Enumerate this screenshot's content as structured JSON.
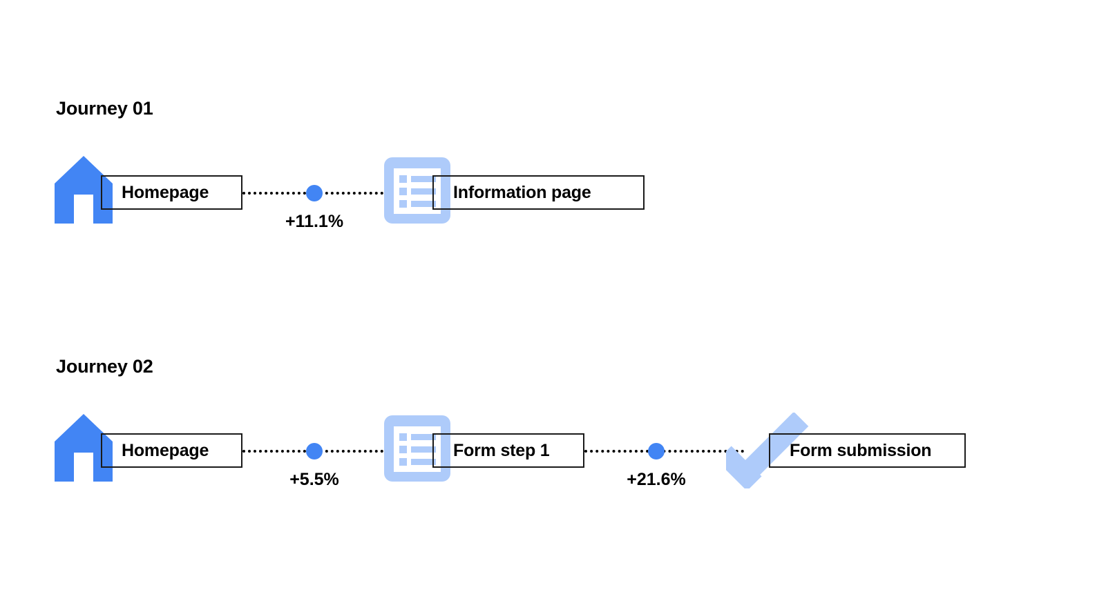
{
  "page": {
    "background_color": "#ffffff",
    "accent_blue": "#4285F4",
    "light_blue": "#AECBFA",
    "line_color": "#000000"
  },
  "journeys": [
    {
      "title": "Journey 01",
      "steps": [
        {
          "label": "Homepage",
          "icon": "home-icon"
        },
        {
          "label": "Information page",
          "icon": "list-page-icon"
        }
      ],
      "transitions": [
        {
          "delta": "+11.1%"
        }
      ]
    },
    {
      "title": "Journey 02",
      "steps": [
        {
          "label": "Homepage",
          "icon": "home-icon"
        },
        {
          "label": "Form step 1",
          "icon": "list-page-icon"
        },
        {
          "label": "Form submission",
          "icon": "check-icon"
        }
      ],
      "transitions": [
        {
          "delta": "+5.5%"
        },
        {
          "delta": "+21.6%"
        }
      ]
    }
  ]
}
